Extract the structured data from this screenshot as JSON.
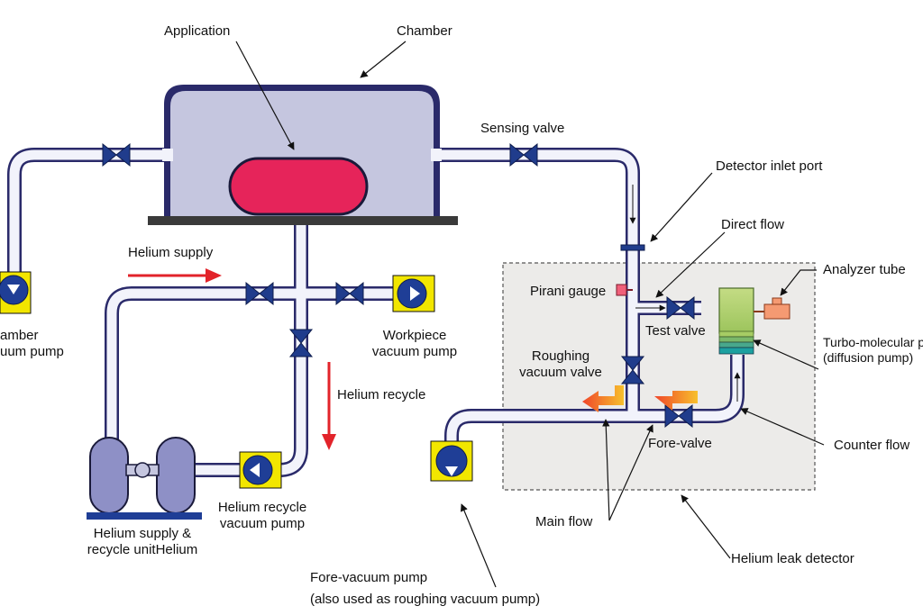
{
  "labels": {
    "application": "Application",
    "chamber": "Chamber",
    "sensing_valve": "Sensing valve",
    "detector_inlet_port": "Detector inlet port",
    "direct_flow": "Direct flow",
    "analyzer_tube": "Analyzer tube",
    "pirani_gauge": "Pirani gauge",
    "test_valve": "Test valve",
    "turbo_line1": "Turbo-molecular p",
    "turbo_line2": "(diffusion pump)",
    "roughing_line1": "Roughing",
    "roughing_line2": "vacuum valve",
    "fore_valve": "Fore-valve",
    "counter_flow": "Counter flow",
    "helium_supply": "Helium supply",
    "helium_recycle": "Helium recycle",
    "workpiece_line1": "Workpiece",
    "workpiece_line2": "vacuum pump",
    "chamber_pump_line1": "amber",
    "chamber_pump_line2": "uum pump",
    "recycle_pump_line1": "Helium recycle",
    "recycle_pump_line2": "vacuum pump",
    "unit_line1": "Helium supply &",
    "unit_line2": "recycle unitHelium",
    "main_flow": "Main flow",
    "helium_leak_detector": "Helium leak detector",
    "fore_pump_line1": "Fore-vacuum pump",
    "fore_pump_line2": "(also used as roughing vacuum pump)"
  },
  "colors": {
    "chamber_fill": "#c5c6df",
    "application_fill": "#e6245a",
    "pipe": "#2a2a6a",
    "pipe_highlight": "#f2f3fb",
    "valve": "#203c8c",
    "pump_box": "#f2e600",
    "pump_body": "#1f3e96",
    "arrow_red": "#e2232a",
    "turbo_green": "#b6d470",
    "analyzer_orange": "#f59a72",
    "detector_box": "#ecebe9",
    "unit_fill": "#8e90c6"
  }
}
